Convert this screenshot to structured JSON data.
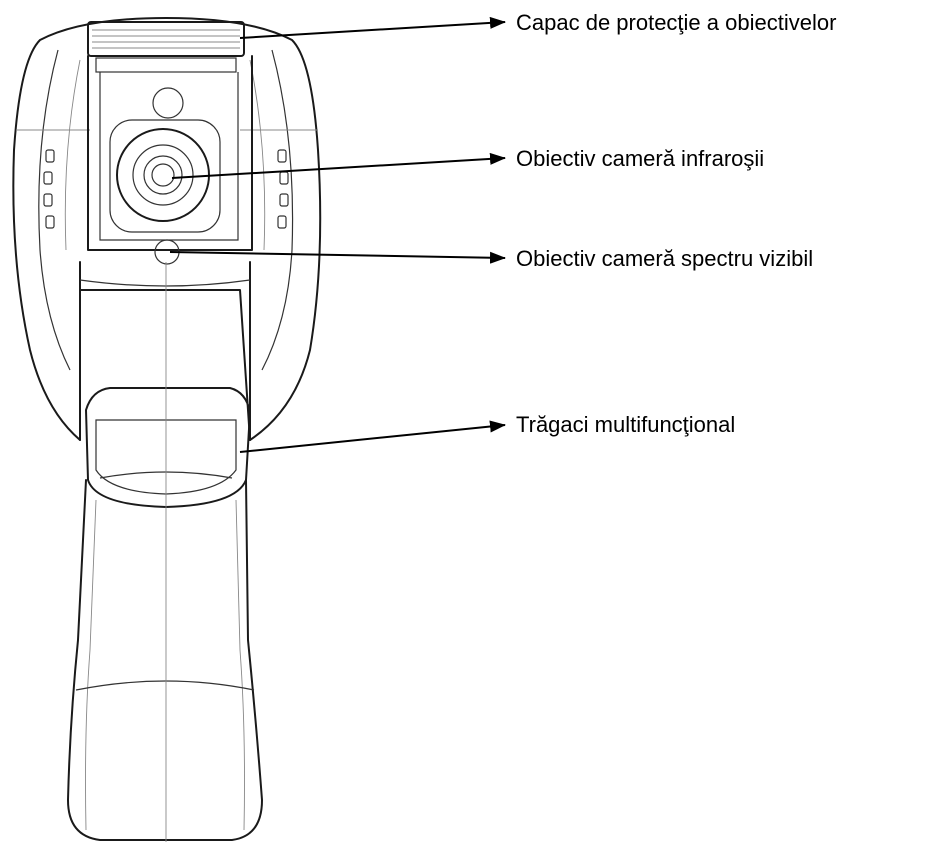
{
  "diagram": {
    "subject": "thermal-imaging-camera-front-view",
    "callouts": [
      {
        "id": "lens-cover",
        "label": "Capac de protecţie a obiectivelor"
      },
      {
        "id": "ir-lens",
        "label": "Obiectiv cameră infraroşii"
      },
      {
        "id": "visible-lens",
        "label": "Obiectiv cameră spectru vizibil"
      },
      {
        "id": "trigger",
        "label": "Trăgaci multifuncţional"
      }
    ]
  },
  "colors": {
    "line": "#1a1a1a",
    "background": "#ffffff",
    "label": "#000000"
  }
}
